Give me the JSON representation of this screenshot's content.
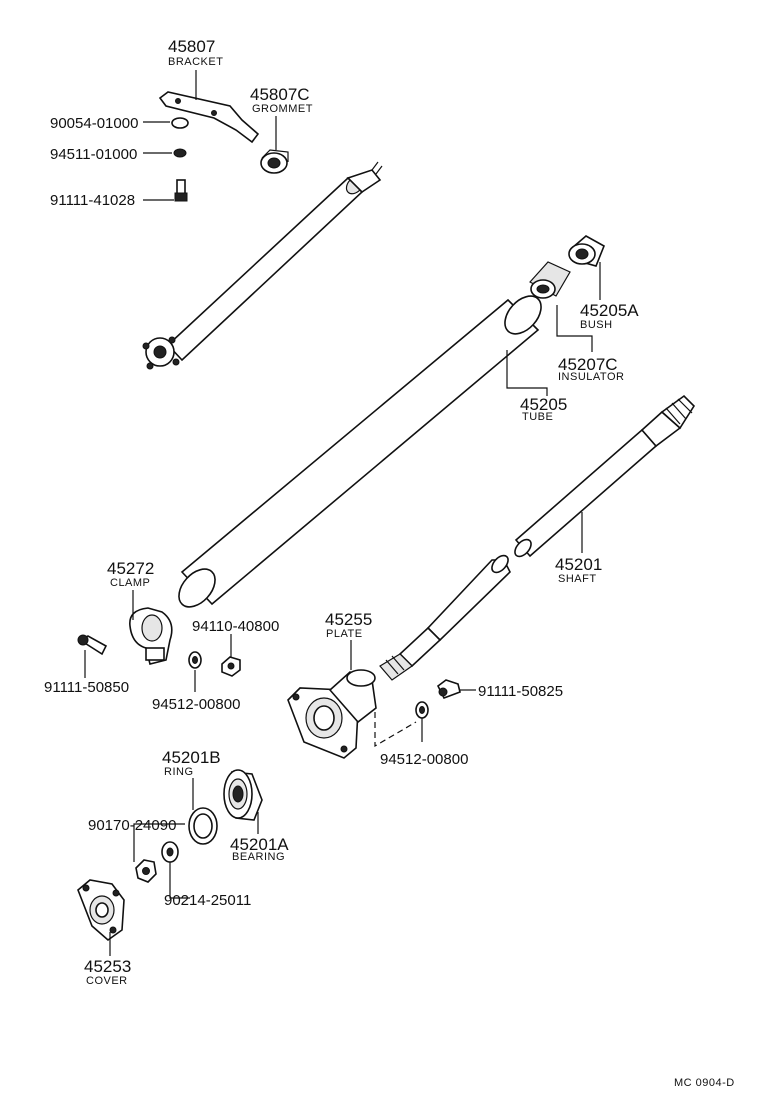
{
  "callouts": {
    "p45807": {
      "number": "45807",
      "name": "BRACKET"
    },
    "p45807c": {
      "number": "45807C",
      "name": "GROMMET"
    },
    "p90054": {
      "number": "90054-01000"
    },
    "p94511": {
      "number": "94511-01000"
    },
    "p91111_41028": {
      "number": "91111-41028"
    },
    "p45205a": {
      "number": "45205A",
      "name": "BUSH"
    },
    "p45207c": {
      "number": "45207C",
      "name": "INSULATOR"
    },
    "p45205": {
      "number": "45205",
      "name": "TUBE"
    },
    "p45201": {
      "number": "45201",
      "name": "SHAFT"
    },
    "p45272": {
      "number": "45272",
      "name": "CLAMP"
    },
    "p94110": {
      "number": "94110-40800"
    },
    "p91111_50850": {
      "number": "91111-50850"
    },
    "p94512_a": {
      "number": "94512-00800"
    },
    "p45255": {
      "number": "45255",
      "name": "PLATE"
    },
    "p91111_50825": {
      "number": "91111-50825"
    },
    "p94512_b": {
      "number": "94512-00800"
    },
    "p45201b": {
      "number": "45201B",
      "name": "RING"
    },
    "p90170": {
      "number": "90170-24090"
    },
    "p45201a": {
      "number": "45201A",
      "name": "BEARING"
    },
    "p90214": {
      "number": "90214-25011"
    },
    "p45253": {
      "number": "45253",
      "name": "COVER"
    }
  },
  "footer": {
    "code": "MC 0904-D"
  }
}
